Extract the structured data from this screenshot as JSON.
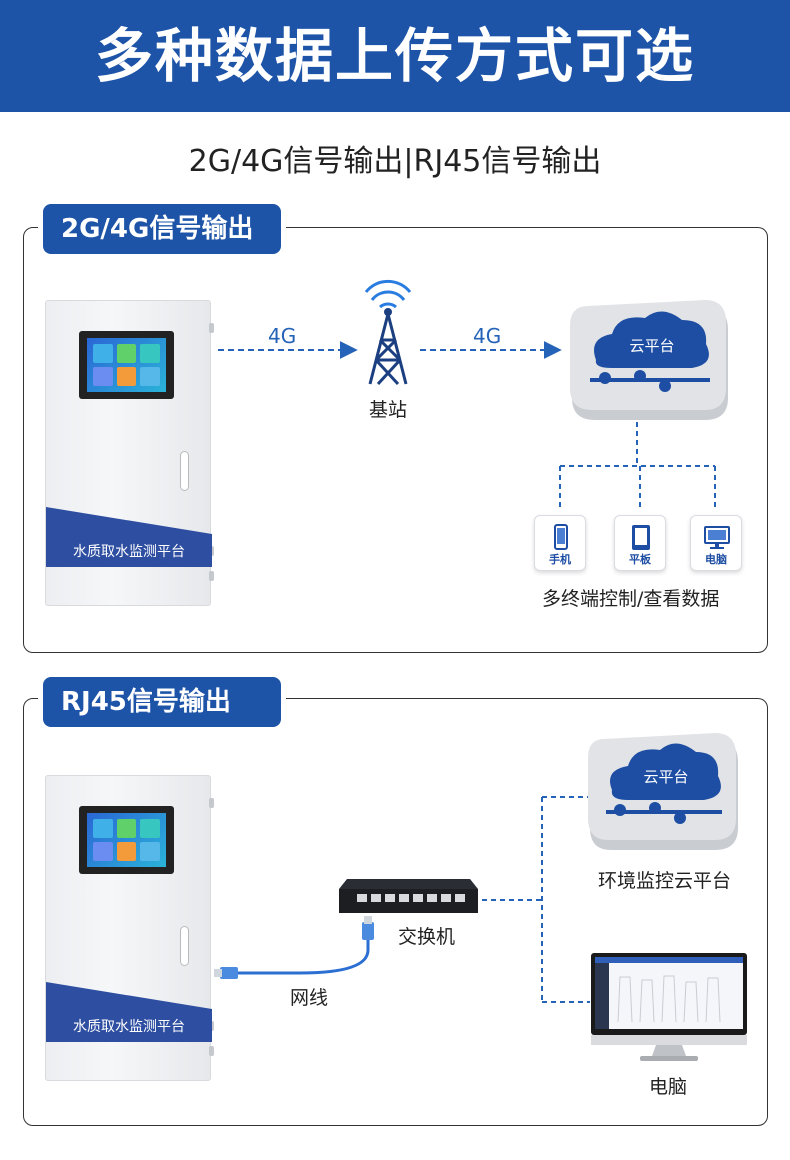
{
  "banner": {
    "title": "多种数据上传方式可选"
  },
  "subtitle": "2G/4G信号输出|RJ45信号输出",
  "section1": {
    "tag": "2G/4G信号输出",
    "cabinet_label": "水质取水监测平台",
    "link1_label": "4G",
    "link2_label": "4G",
    "tower_label": "基站",
    "cloud_label": "云平台",
    "devices": [
      {
        "label": "手机",
        "icon": "phone-icon"
      },
      {
        "label": "平板",
        "icon": "tablet-icon"
      },
      {
        "label": "电脑",
        "icon": "desktop-icon"
      }
    ],
    "devices_caption": "多终端控制/查看数据"
  },
  "section2": {
    "tag": "RJ45信号输出",
    "cabinet_label": "水质取水监测平台",
    "cable_label": "网线",
    "switch_label": "交换机",
    "cloud_label": "云平台",
    "cloud_caption": "环境监控云平台",
    "monitor_caption": "电脑"
  },
  "colors": {
    "brand": "#1d54a8",
    "link": "#2563b8"
  }
}
